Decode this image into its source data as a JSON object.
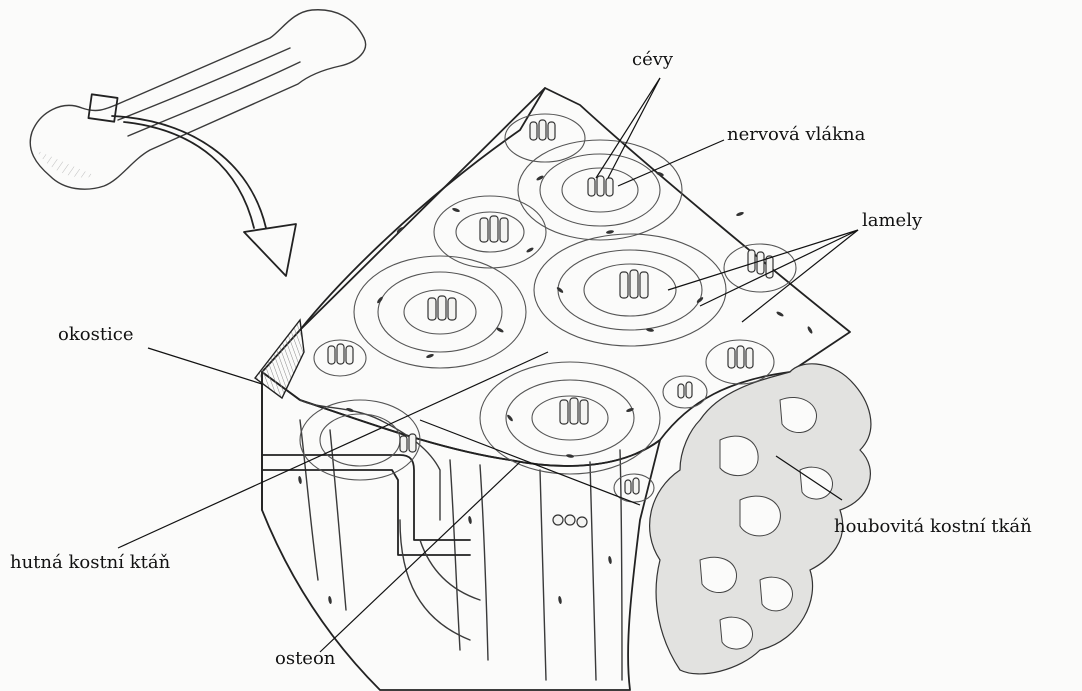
{
  "labels": {
    "vessels": "cévy",
    "nerves": "nervová vlákna",
    "lamellae": "lamely",
    "periosteum": "okostice",
    "compact_bone": "hutná kostní ktáň",
    "spongy_bone": "houbovitá kostní tkáň",
    "osteon": "osteon"
  }
}
